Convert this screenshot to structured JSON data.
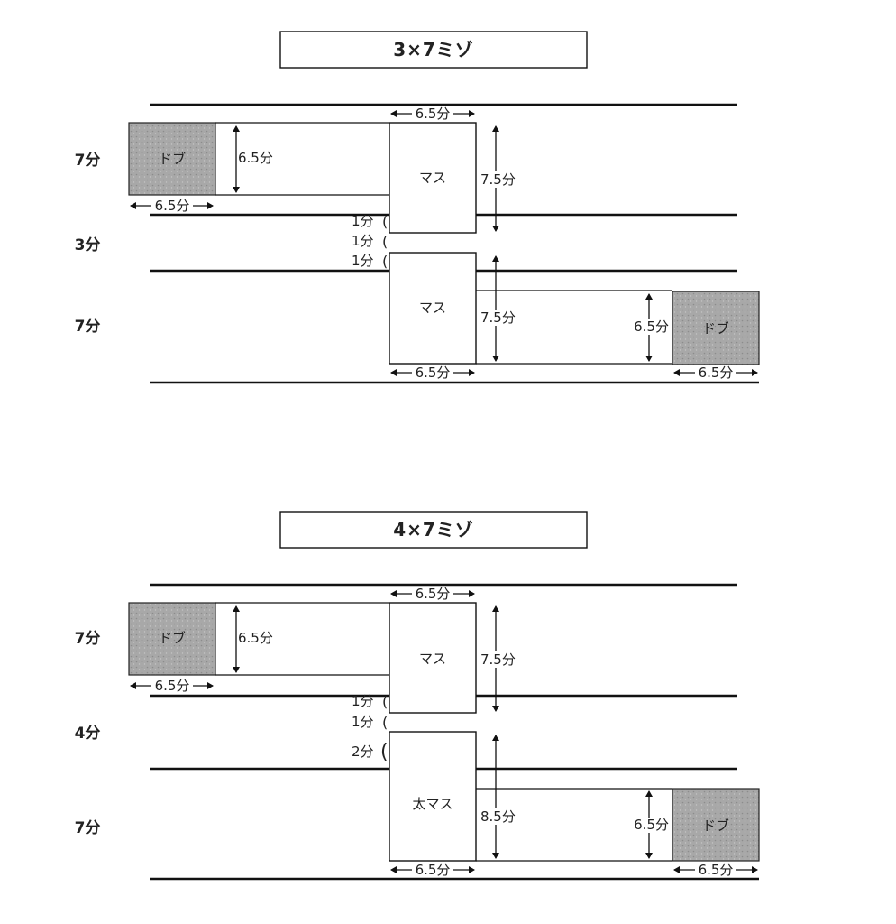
{
  "diagram_top": {
    "title": "3×7ミゾ",
    "row_labels": [
      "7分",
      "3分",
      "7分"
    ],
    "dobu_label": "ドブ",
    "masu_label": "マス",
    "dim_6_5": "6.5分",
    "dim_7_5": "7.5分",
    "gap_labels": [
      "1分",
      "1分",
      "1分"
    ]
  },
  "diagram_bottom": {
    "title": "4×7ミゾ",
    "row_labels": [
      "7分",
      "4分",
      "7分"
    ],
    "dobu_label": "ドブ",
    "masu_label": "マス",
    "futomasu_label": "太マス",
    "dim_6_5": "6.5分",
    "dim_7_5": "7.5分",
    "dim_8_5": "8.5分",
    "gap_labels": [
      "1分",
      "1分",
      "2分"
    ]
  }
}
